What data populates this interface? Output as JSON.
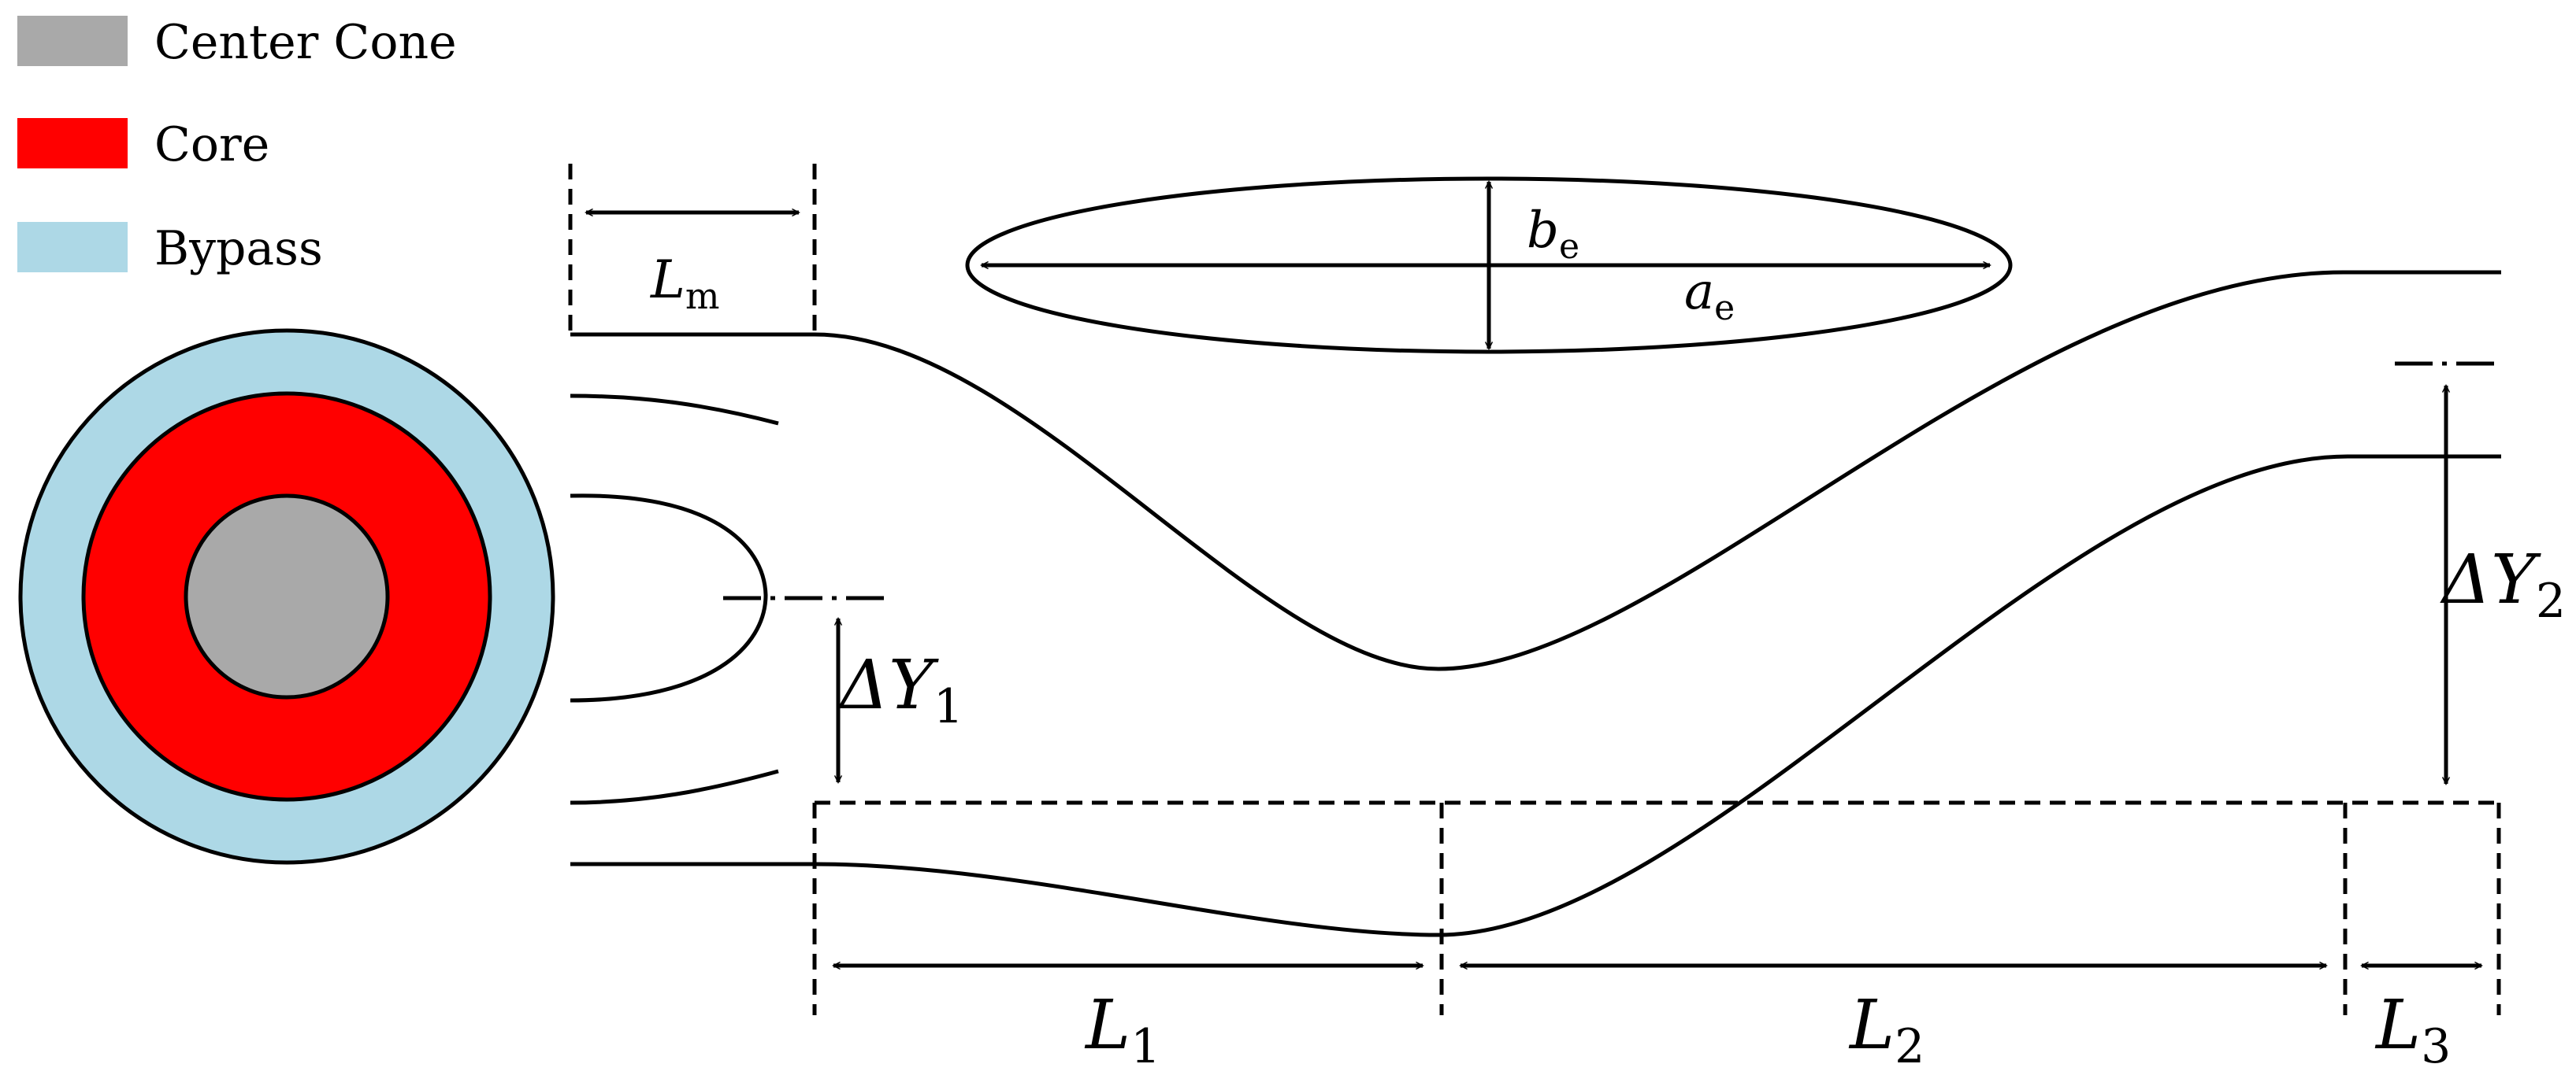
{
  "legend": {
    "items": [
      {
        "label": "Center Cone",
        "color": "#a9a9a9"
      },
      {
        "label": "Core",
        "color": "#ff0000"
      },
      {
        "label": "Bypass",
        "color": "#add8e6"
      }
    ]
  },
  "cross_section": {
    "outer_color": "#add8e6",
    "middle_color": "#ff0000",
    "inner_color": "#a9a9a9"
  },
  "dimensions": {
    "Lm": {
      "base": "L",
      "sub": "m"
    },
    "be": {
      "base": "b",
      "sub": "e"
    },
    "ae": {
      "base": "a",
      "sub": "e"
    },
    "dY1": {
      "base": "ΔY",
      "sub": "1"
    },
    "dY2": {
      "base": "ΔY",
      "sub": "2"
    },
    "L1": {
      "base": "L",
      "sub": "1"
    },
    "L2": {
      "base": "L",
      "sub": "2"
    },
    "L3": {
      "base": "L",
      "sub": "3"
    }
  }
}
